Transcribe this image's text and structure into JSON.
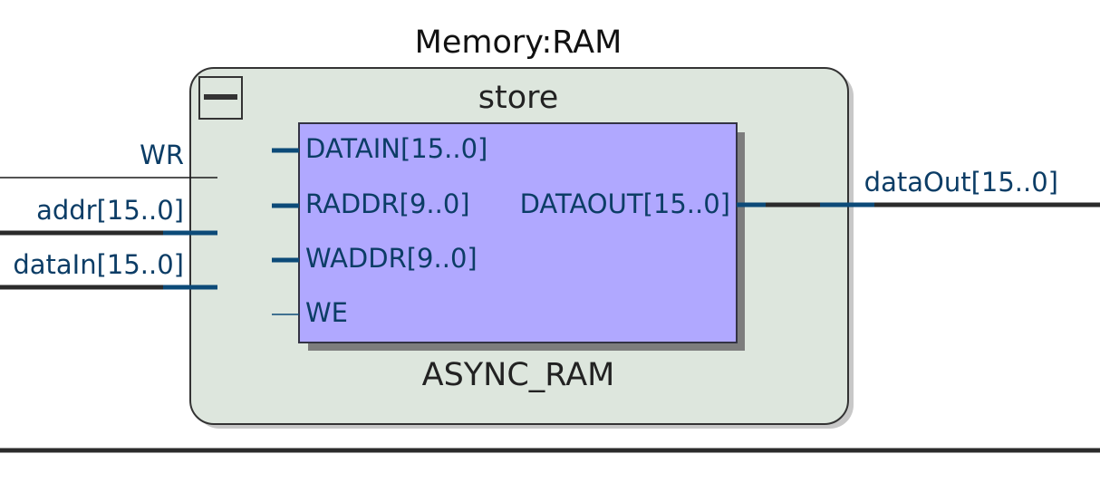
{
  "module": {
    "title": "Memory:RAM",
    "collapse_control": "minus-icon"
  },
  "instance": {
    "name": "store",
    "type": "ASYNC_RAM",
    "ports_in": [
      "DATAIN[15..0]",
      "RADDR[9..0]",
      "WADDR[9..0]",
      "WE"
    ],
    "ports_out": [
      "DATAOUT[15..0]"
    ]
  },
  "external_inputs": [
    "WR",
    "addr[15..0]",
    "dataIn[15..0]"
  ],
  "external_outputs": [
    "dataOut[15..0]"
  ],
  "colors": {
    "module_fill": "#dde6dd",
    "module_stroke": "#333333",
    "ram_fill": "#b0a8ff",
    "ram_stroke": "#333344",
    "wire_dark": "#2b2b2b",
    "wire_blue": "#0c4a78",
    "port_text": "#0c3d66"
  }
}
